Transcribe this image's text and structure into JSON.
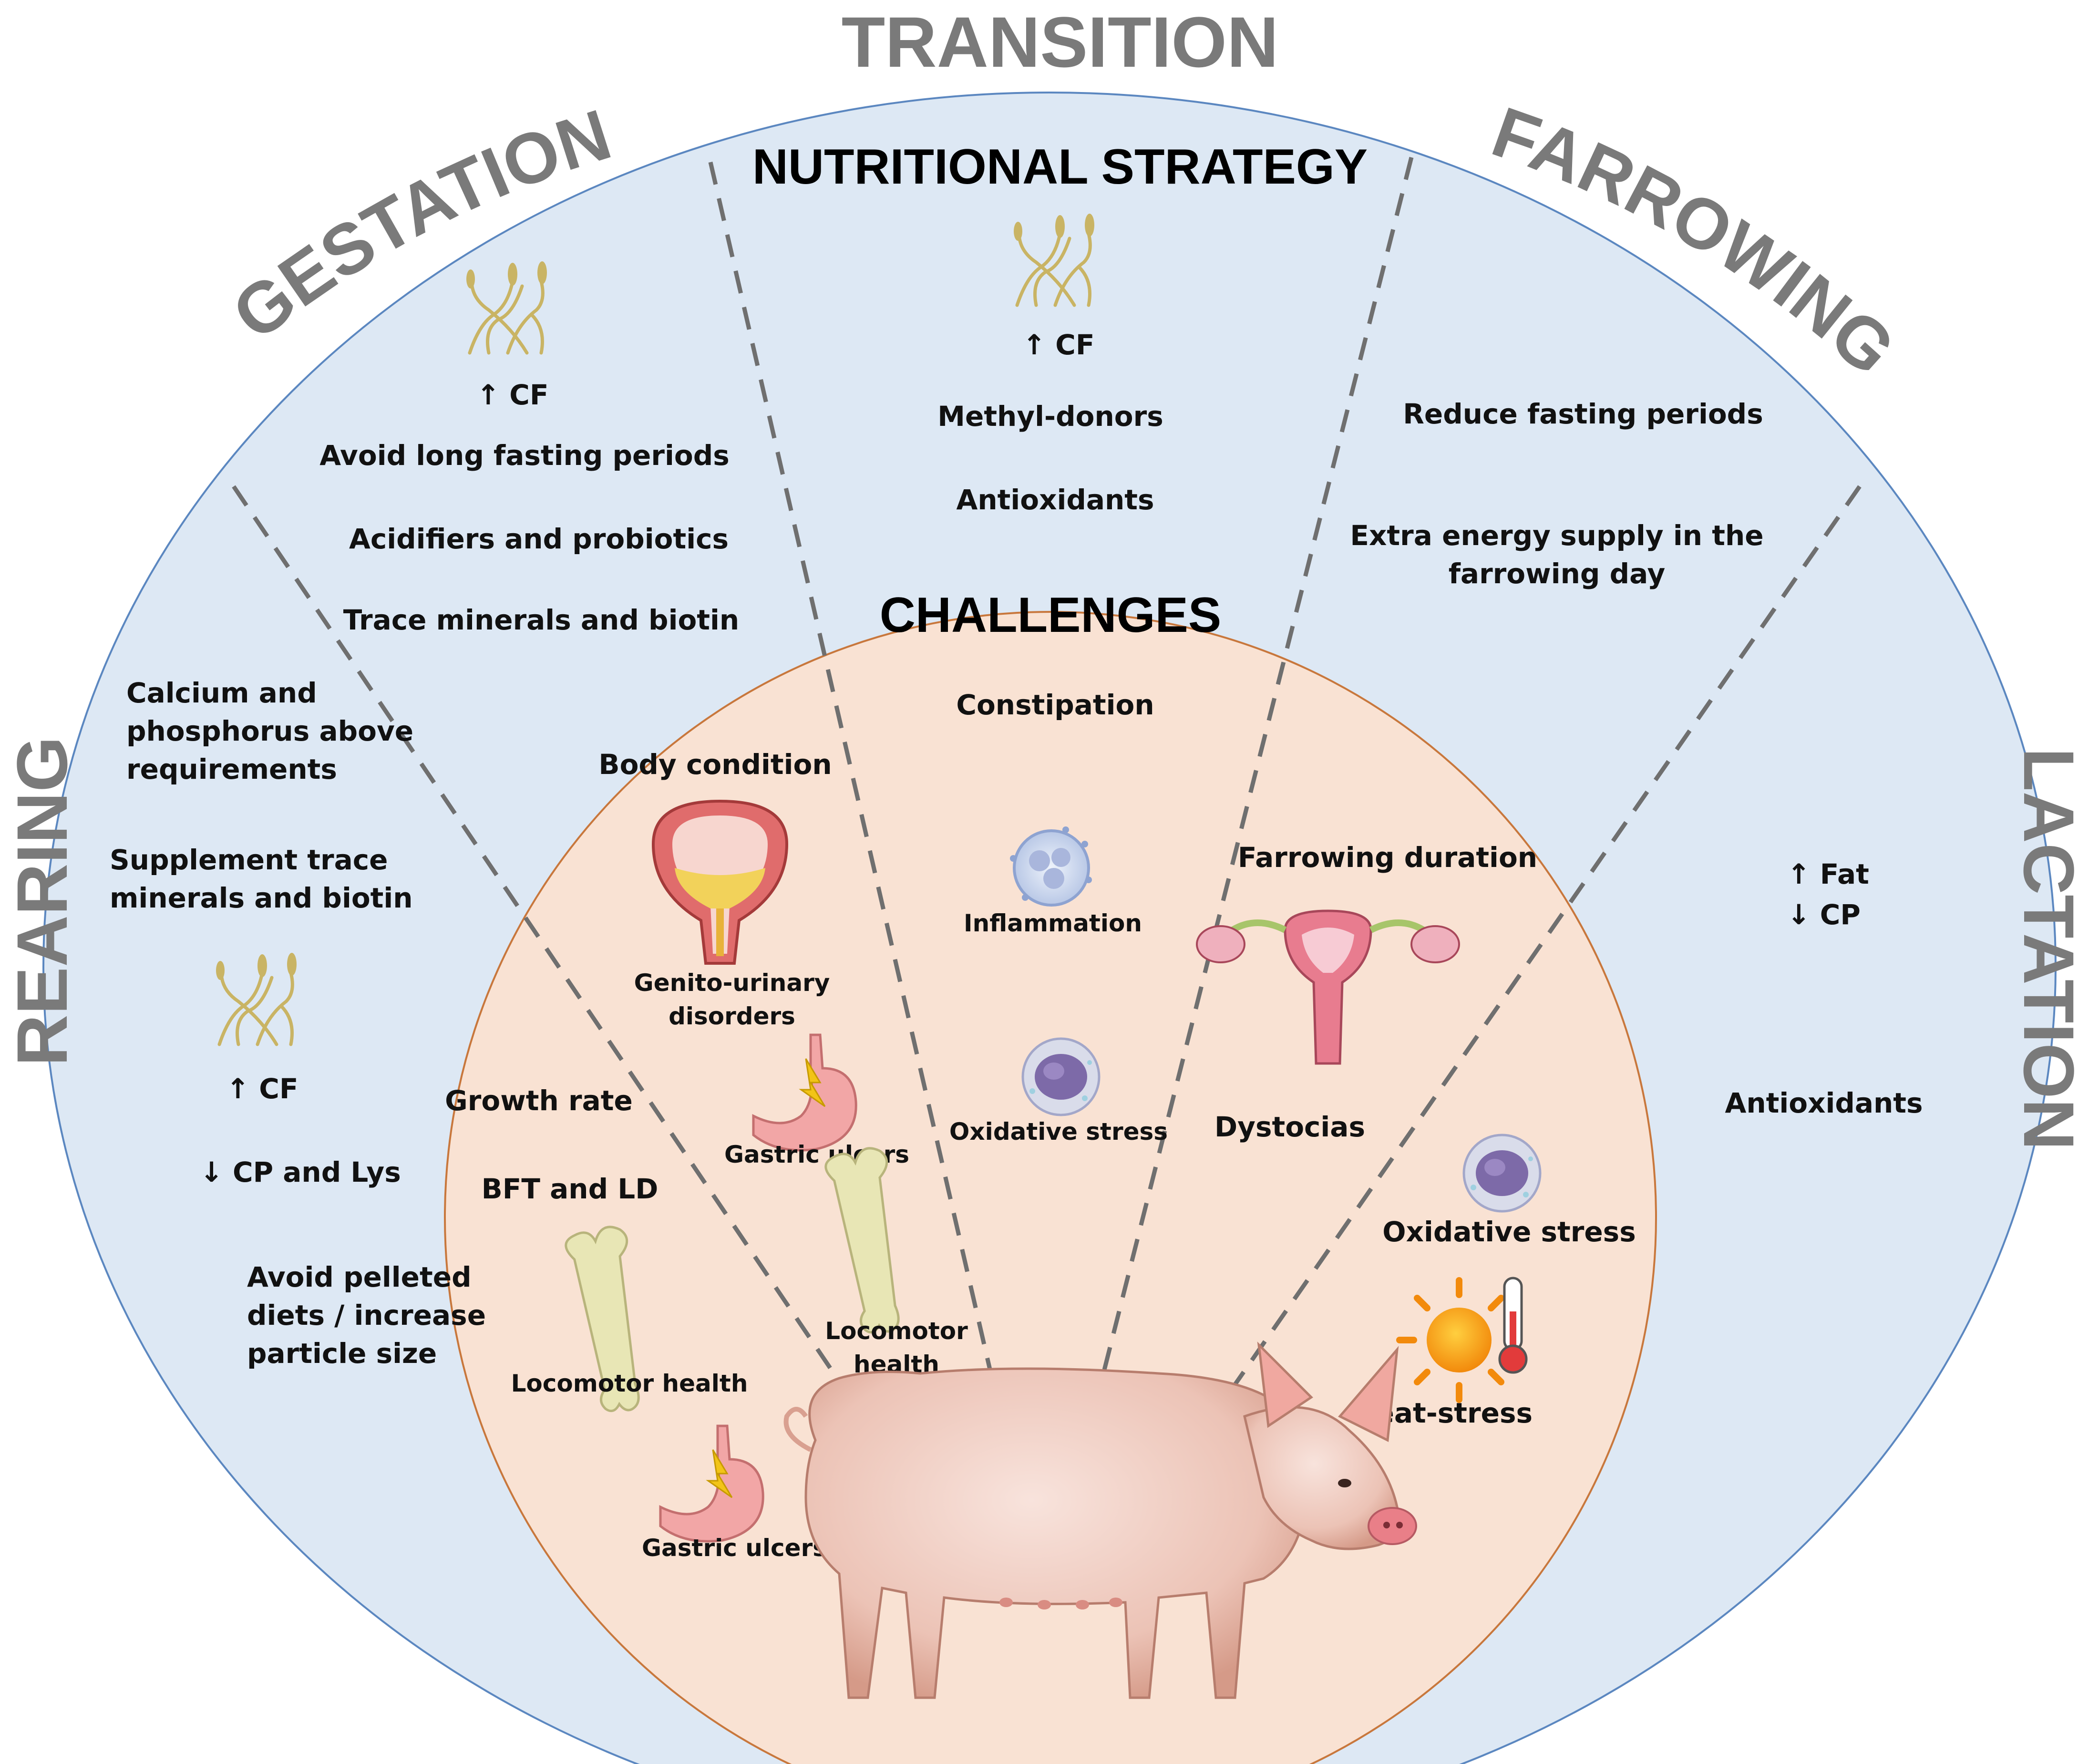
{
  "phases": {
    "transition": "TRANSITION",
    "gestation": "GESTATION",
    "farrowing": "FARROWING",
    "rearing": "REARING",
    "lactation": "LACTATION"
  },
  "titles": {
    "nutritional_strategy": "NUTRITIONAL STRATEGY",
    "challenges": "CHALLENGES"
  },
  "strategy": {
    "gestation": {
      "cf": "↑ CF",
      "items": [
        "Avoid long fasting periods",
        "Acidifiers and probiotics",
        "Trace minerals and biotin"
      ]
    },
    "transition": {
      "cf": "↑ CF",
      "items": [
        "Methyl-donors",
        "Antioxidants"
      ]
    },
    "farrowing": {
      "items": [
        "Reduce fasting periods",
        "Extra energy supply in the",
        "farrowing day"
      ]
    },
    "rearing": {
      "calcium": [
        "Calcium and",
        "phosphorus above",
        "requirements"
      ],
      "trace": [
        "Supplement trace",
        "minerals and biotin"
      ],
      "cf": "↑ CF",
      "cp_lys": "↓ CP and Lys",
      "pellet": [
        "Avoid pelleted",
        "diets / increase",
        "particle size"
      ]
    },
    "lactation": {
      "fat": "↑ Fat",
      "cp": "↓ CP",
      "antioxidants": "Antioxidants"
    }
  },
  "challenges": {
    "constipation": "Constipation",
    "inflammation": "Inflammation",
    "oxidative_stress_center": "Oxidative stress",
    "body_condition": "Body condition",
    "genito_urinary": [
      "Genito-urinary",
      "disorders"
    ],
    "gastric_ulcers_top": "Gastric ulcers",
    "growth_rate": "Growth rate",
    "bft_ld": "BFT and LD",
    "locomotor_health_left": "Locomotor health",
    "locomotor_health_mid": [
      "Locomotor",
      "health"
    ],
    "gastric_ulcers_bottom": "Gastric ulcers",
    "farrowing_duration": "Farrowing duration",
    "dystocias": "Dystocias",
    "oxidative_stress_right": "Oxidative stress",
    "heat_stress": "Heat-stress"
  },
  "colors": {
    "outer_fill": "#dde8f4",
    "outer_stroke": "#5b87c0",
    "inner_fill": "#f9e2d3",
    "inner_stroke": "#c8773c",
    "divider": "#6f6f6f",
    "header_gray": "#7a7a7a"
  }
}
